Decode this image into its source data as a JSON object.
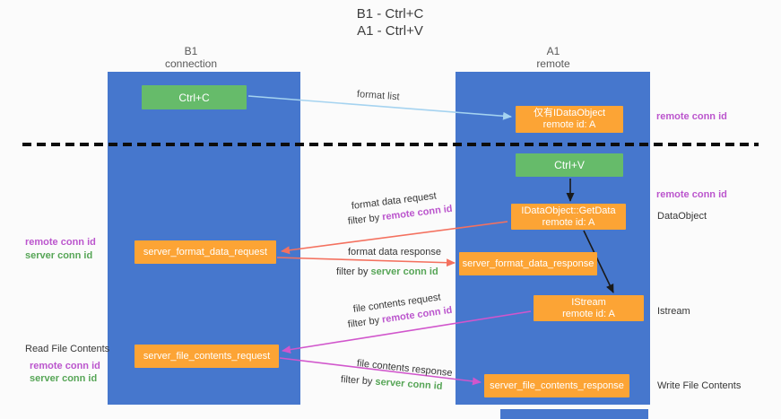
{
  "title": {
    "line1": "B1 - Ctrl+C",
    "line2": "A1 - Ctrl+V"
  },
  "lanes": {
    "left": {
      "name": "B1",
      "sub": "connection"
    },
    "right": {
      "name": "A1",
      "sub": "remote"
    }
  },
  "boxes": {
    "ctrl_c": {
      "label": "Ctrl+C"
    },
    "idataobject": {
      "line1": "仅有IDataObject",
      "line2": "remote id: A"
    },
    "ctrl_v": {
      "label": "Ctrl+V"
    },
    "getdata": {
      "line1": "IDataObject::GetData",
      "line2": "remote id: A"
    },
    "fmt_req": {
      "label": "server_format_data_request"
    },
    "fmt_resp": {
      "label": "server_format_data_response"
    },
    "istream": {
      "line1": "IStream",
      "line2": "remote id: A"
    },
    "file_req": {
      "label": "server_file_contents_request"
    },
    "file_resp": {
      "label": "server_file_contents_response"
    }
  },
  "arrow_labels": {
    "format_list": "format list",
    "format_data_request": "format data request",
    "format_data_response": "format data response",
    "file_contents_request": "file contents request",
    "file_contents_response": "file contents response",
    "filter_by": "filter by ",
    "remote_conn_id": "remote conn id",
    "server_conn_id": "server conn id"
  },
  "side_labels": {
    "remote_conn_id": "remote conn id",
    "server_conn_id": "server conn id",
    "dataobject": "DataObject",
    "istream": "Istream",
    "read_file_contents": "Read File Contents",
    "write_file_contents": "Write File Contents"
  },
  "colors": {
    "canvas-bg": "#fbfbfb",
    "lane-blue": "#4677cd",
    "box-green": "#66bb6a",
    "box-orange": "#fca435",
    "arrow-red": "#f4715f",
    "arrow-magenta": "#d156cc",
    "arrow-blue": "#a5d3f0",
    "arrow-black": "#1a1a1a",
    "text-magenta": "#bb55cd",
    "text-green": "#56a556"
  }
}
